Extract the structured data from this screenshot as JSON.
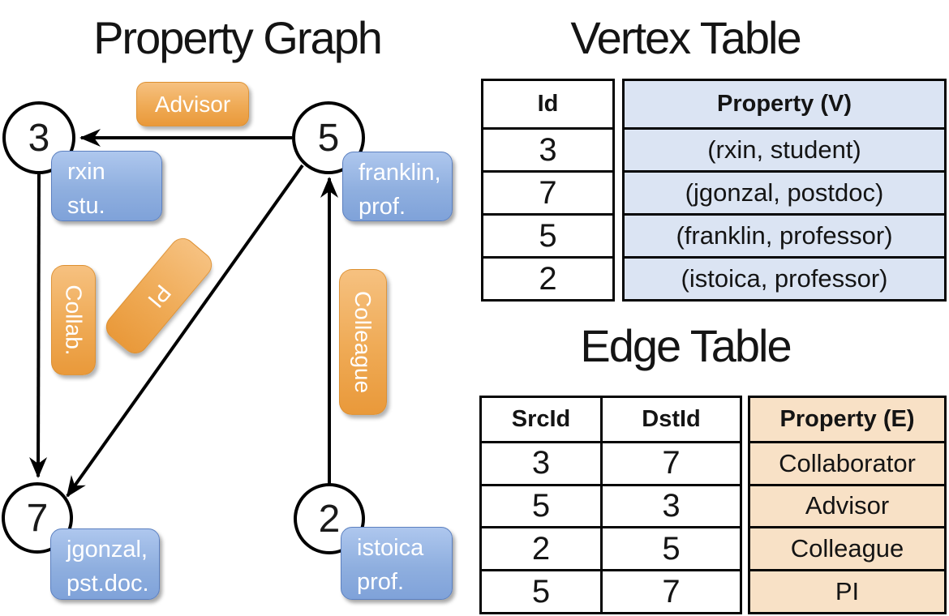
{
  "titles": {
    "graph": "Property Graph",
    "vertex_table": "Vertex Table",
    "edge_table": "Edge Table"
  },
  "graph": {
    "vertices": [
      {
        "id": "3",
        "lines": [
          "rxin",
          "stu."
        ]
      },
      {
        "id": "5",
        "lines": [
          "franklin,",
          "prof."
        ]
      },
      {
        "id": "7",
        "lines": [
          "jgonzal,",
          "pst.doc."
        ]
      },
      {
        "id": "2",
        "lines": [
          "istoica",
          "prof."
        ]
      }
    ],
    "edges": [
      {
        "src": "5",
        "dst": "3",
        "label": "Advisor"
      },
      {
        "src": "3",
        "dst": "7",
        "label": "Collab."
      },
      {
        "src": "5",
        "dst": "7",
        "label": "PI"
      },
      {
        "src": "2",
        "dst": "5",
        "label": "Colleague"
      }
    ]
  },
  "vertex_table": {
    "headers": {
      "id": "Id",
      "property": "Property (V)"
    },
    "rows": [
      {
        "id": "3",
        "property": "(rxin, student)"
      },
      {
        "id": "7",
        "property": "(jgonzal, postdoc)"
      },
      {
        "id": "5",
        "property": "(franklin, professor)"
      },
      {
        "id": "2",
        "property": "(istoica, professor)"
      }
    ]
  },
  "edge_table": {
    "headers": {
      "src": "SrcId",
      "dst": "DstId",
      "property": "Property (E)"
    },
    "rows": [
      {
        "src": "3",
        "dst": "7",
        "property": "Collaborator"
      },
      {
        "src": "5",
        "dst": "3",
        "property": "Advisor"
      },
      {
        "src": "2",
        "dst": "5",
        "property": "Colleague"
      },
      {
        "src": "5",
        "dst": "7",
        "property": "PI"
      }
    ]
  },
  "colors": {
    "edge_label_orange": "#efaa55",
    "vertex_label_blue": "#8fafdf",
    "vertex_table_property_fill": "#dbe4f3",
    "edge_table_property_fill": "#f8e1c6",
    "table_border": "#050505",
    "node_fill": "#ffffff",
    "text_on_labels": "#ffffff"
  }
}
